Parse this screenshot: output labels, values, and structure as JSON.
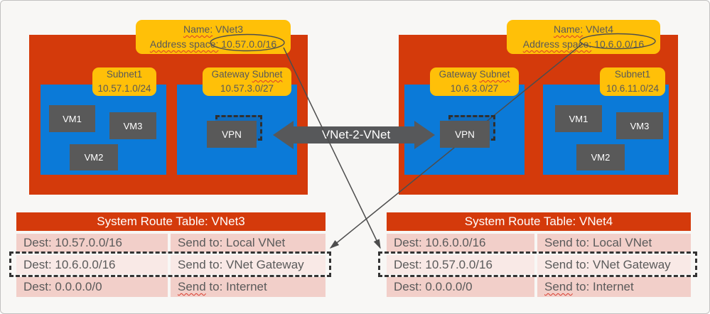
{
  "vnets": [
    {
      "name_label": {
        "prefix": "Name:",
        "value": "VNet3"
      },
      "addr_label": {
        "prefix": "Address space:",
        "value": "10.57.0.0/16"
      },
      "subnet1": {
        "title": "Subnet1",
        "cidr": "10.57.1.0/24",
        "vms": [
          "VM1",
          "VM3",
          "VM2"
        ]
      },
      "gateway": {
        "title_a": "Gateway",
        "title_b": "Subnet",
        "cidr": "10.57.3.0/27",
        "vpn": "VPN"
      }
    },
    {
      "name_label": {
        "prefix": "Name:",
        "value": "VNet4"
      },
      "addr_label": {
        "prefix": "Address space:",
        "value": "10.6.0.0/16"
      },
      "subnet1": {
        "title": "Subnet1",
        "cidr": "10.6.11.0/24",
        "vms": [
          "VM1",
          "VM3",
          "VM2"
        ]
      },
      "gateway": {
        "title_a": "Gateway",
        "title_b": "Subnet",
        "cidr": "10.6.3.0/27",
        "vpn": "VPN"
      }
    }
  ],
  "connection": {
    "label": "VNet-2-VNet"
  },
  "route_tables": [
    {
      "title": "System Route Table: VNet3",
      "rows": [
        {
          "dest": "Dest: 10.57.0.0/16",
          "send": "Send to: Local VNet"
        },
        {
          "dest": "Dest: 10.6.0.0/16",
          "send": "Send to: VNet Gateway",
          "highlighted": true
        },
        {
          "dest": "Dest: 0.0.0.0/0",
          "send_prefix": "Send",
          "send_rest": " to: Internet"
        }
      ]
    },
    {
      "title": "System Route Table: VNet4",
      "rows": [
        {
          "dest": "Dest: 10.6.0.0/16",
          "send": "Send to: Local VNet"
        },
        {
          "dest": "Dest: 10.57.0.0/16",
          "send": "Send to: VNet Gateway",
          "highlighted": true
        },
        {
          "dest": "Dest: 0.0.0.0/0",
          "send_prefix": "Send",
          "send_rest": " to: Internet"
        }
      ]
    }
  ],
  "colors": {
    "vnet_red": "#d43a0b",
    "subnet_blue": "#0b7ad8",
    "label_yellow": "#ffc008",
    "box_gray": "#595959",
    "row_pink": "#f2cfc9",
    "row_pink_highlight": "#f9e9e6",
    "text_gray": "#595959"
  }
}
